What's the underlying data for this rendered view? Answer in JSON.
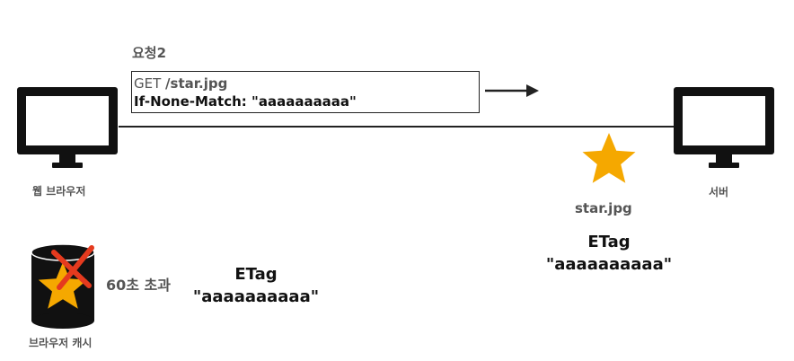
{
  "request": {
    "title": "요청2",
    "method": "GET",
    "path": "/star.jpg",
    "header_line": "If-None-Match: \"aaaaaaaaaa\""
  },
  "client": {
    "label": "웹 브라우저"
  },
  "server": {
    "label": "서버",
    "file_label": "star.jpg",
    "etag_title": "ETag",
    "etag_value": "\"aaaaaaaaaa\""
  },
  "cache": {
    "label": "브라우저 캐시",
    "status": "60초 초과",
    "etag_title": "ETag",
    "etag_value": "\"aaaaaaaaaa\""
  },
  "colors": {
    "star": "#f5a800",
    "cross": "#e53a1e",
    "device": "#111111"
  }
}
